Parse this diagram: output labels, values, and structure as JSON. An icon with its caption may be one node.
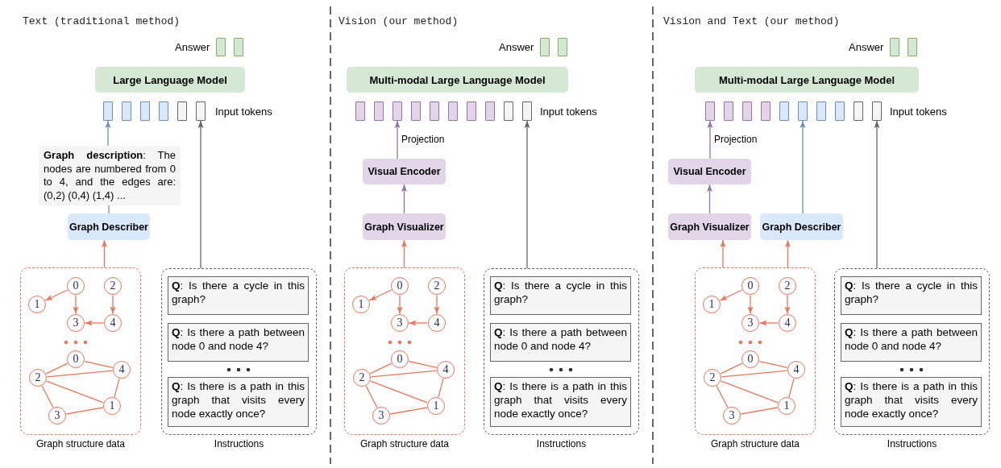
{
  "diagram": {
    "nodes": [
      {
        "text": [],
        "shape": "box"
      },
      {
        "text": [],
        "shape": "box"
      },
      {
        "text": [
          "Large Language Model"
        ]
      },
      {
        "text": [],
        "shape": "box"
      },
      {
        "text": [],
        "shape": "box"
      },
      {
        "text": [],
        "shape": "box"
      },
      {
        "text": [],
        "shape": "box"
      },
      {
        "text": [],
        "shape": "box"
      },
      {
        "text": [],
        "shape": "box"
      },
      {
        "text": [
          "**Graph description**: The nodes are numbered from 0 to 4, and the edges are: (0,2) (0,4) (1,4) ..."
        ]
      },
      {
        "text": [
          "Graph Describer"
        ]
      },
      {
        "text": [
          "Graph structure data"
        ]
      },
      {
        "text": [
          "0"
        ],
        "in": 11
      },
      {
        "text": [
          "2"
        ],
        "in": 11
      },
      {
        "text": [
          "1"
        ],
        "in": 11
      },
      {
        "text": [
          "3"
        ],
        "in": 11
      },
      {
        "text": [
          "4"
        ],
        "in": 11
      },
      {
        "text": [
          "0"
        ],
        "in": 11
      },
      {
        "text": [
          "4"
        ],
        "in": 11
      },
      {
        "text": [
          "2"
        ],
        "in": 11
      },
      {
        "text": [
          "1"
        ],
        "in": 11
      },
      {
        "text": [
          "3"
        ],
        "in": 11
      },
      {
        "text": [
          "Instructions"
        ]
      },
      {
        "text": [
          "**Q**: Is there a cycle in this graph?"
        ],
        "in": 22
      },
      {
        "text": [
          "**Q**: Is there a path between node 0 and node 4?"
        ],
        "in": 22
      },
      {
        "text": [
          "**Q**: Is there is a path in this graph that visits every node exactly once?"
        ],
        "in": 22
      },
      {
        "text": [],
        "shape": "box"
      },
      {
        "text": [],
        "shape": "box"
      },
      {
        "text": [
          "Multi-modal Large Language Model"
        ]
      },
      {
        "text": [],
        "shape": "box"
      },
      {
        "text": [],
        "shape": "box"
      },
      {
        "text": [],
        "shape": "box"
      },
      {
        "text": [],
        "shape": "box"
      },
      {
        "text": [],
        "shape": "box"
      },
      {
        "text": [],
        "shape": "box"
      },
      {
        "text": [],
        "shape": "box"
      },
      {
        "text": [],
        "shape": "box"
      },
      {
        "text": [],
        "shape": "box"
      },
      {
        "text": [],
        "shape": "box"
      },
      {
        "text": [
          "Visual Encoder"
        ]
      },
      {
        "text": [
          "Graph Visualizer"
        ]
      },
      {
        "text": [
          "Graph structure data"
        ]
      },
      {
        "text": [
          "0"
        ],
        "in": 41
      },
      {
        "text": [
          "2"
        ],
        "in": 41
      },
      {
        "text": [
          "1"
        ],
        "in": 41
      },
      {
        "text": [
          "3"
        ],
        "in": 41
      },
      {
        "text": [
          "4"
        ],
        "in": 41
      },
      {
        "text": [
          "0"
        ],
        "in": 41
      },
      {
        "text": [
          "4"
        ],
        "in": 41
      },
      {
        "text": [
          "2"
        ],
        "in": 41
      },
      {
        "text": [
          "1"
        ],
        "in": 41
      },
      {
        "text": [
          "3"
        ],
        "in": 41
      },
      {
        "text": [
          "Instructions"
        ]
      },
      {
        "text": [
          "**Q**: Is there a cycle in this graph?"
        ],
        "in": 52
      },
      {
        "text": [
          "**Q**: Is there a path between node 0 and node 4?"
        ],
        "in": 52
      },
      {
        "text": [
          "**Q**: Is there is a path in this graph that visits every node exactly once?"
        ],
        "in": 52
      },
      {
        "text": [],
        "shape": "box"
      },
      {
        "text": [],
        "shape": "box"
      },
      {
        "text": [
          "Multi-modal Large Language Model"
        ]
      },
      {
        "text": [],
        "shape": "box"
      },
      {
        "text": [],
        "shape": "box"
      },
      {
        "text": [],
        "shape": "box"
      },
      {
        "text": [],
        "shape": "box"
      },
      {
        "text": [],
        "shape": "box"
      },
      {
        "text": [],
        "shape": "box"
      },
      {
        "text": [],
        "shape": "box"
      },
      {
        "text": [],
        "shape": "box"
      },
      {
        "text": [],
        "shape": "box"
      },
      {
        "text": [],
        "shape": "box"
      },
      {
        "text": [
          "Visual Encoder"
        ]
      },
      {
        "text": [
          "Graph Visualizer"
        ]
      },
      {
        "text": [
          "Graph Describer"
        ]
      },
      {
        "text": [
          "Graph structure data"
        ]
      },
      {
        "text": [
          "0"
        ],
        "in": 72
      },
      {
        "text": [
          "2"
        ],
        "in": 72
      },
      {
        "text": [
          "1"
        ],
        "in": 72
      },
      {
        "text": [
          "3"
        ],
        "in": 72
      },
      {
        "text": [
          "4"
        ],
        "in": 72
      },
      {
        "text": [
          "0"
        ],
        "in": 72
      },
      {
        "text": [
          "4"
        ],
        "in": 72
      },
      {
        "text": [
          "2"
        ],
        "in": 72
      },
      {
        "text": [
          "1"
        ],
        "in": 72
      },
      {
        "text": [
          "3"
        ],
        "in": 72
      },
      {
        "text": [
          "Instructions"
        ]
      },
      {
        "text": [
          "**Q**: Is there a cycle in this graph?"
        ],
        "in": 83
      },
      {
        "text": [
          "**Q**: Is there a path between node 0 and node 4?"
        ],
        "in": 83
      },
      {
        "text": [
          "**Q**: Is there is a path in this graph that visits every node exactly once?"
        ],
        "in": 83
      }
    ],
    "edges": [
      {
        "from": 12,
        "to": 14,
        "arrow": "to"
      },
      {
        "from": 12,
        "to": 15,
        "arrow": "to"
      },
      {
        "from": 13,
        "to": 16,
        "arrow": "to"
      },
      {
        "from": 16,
        "to": 15,
        "arrow": "to"
      },
      {
        "from": 17,
        "to": 19,
        "arrow": "none"
      },
      {
        "from": 17,
        "to": 18,
        "arrow": "none"
      },
      {
        "from": 19,
        "to": 18,
        "arrow": "none"
      },
      {
        "from": 19,
        "to": 20,
        "arrow": "none"
      },
      {
        "from": 18,
        "to": 20,
        "arrow": "none"
      },
      {
        "from": 19,
        "to": 21,
        "arrow": "none"
      },
      {
        "from": 21,
        "to": 20,
        "arrow": "none"
      },
      {
        "from": 11,
        "to": 10,
        "arrow": "to"
      },
      {
        "from": 10,
        "to": 9,
        "arrow": "none",
        "color": "#6c8ebf"
      },
      {
        "from": 9,
        "to": 3,
        "arrow": "to",
        "color": "#6c8ebf"
      },
      {
        "from": 22,
        "to": 8,
        "arrow": "to",
        "color": "#666666"
      },
      {
        "from": 42,
        "to": 44,
        "arrow": "to"
      },
      {
        "from": 42,
        "to": 45,
        "arrow": "to"
      },
      {
        "from": 43,
        "to": 46,
        "arrow": "to"
      },
      {
        "from": 46,
        "to": 45,
        "arrow": "to"
      },
      {
        "from": 47,
        "to": 49,
        "arrow": "none"
      },
      {
        "from": 47,
        "to": 48,
        "arrow": "none"
      },
      {
        "from": 49,
        "to": 48,
        "arrow": "none"
      },
      {
        "from": 49,
        "to": 50,
        "arrow": "none"
      },
      {
        "from": 48,
        "to": 50,
        "arrow": "none"
      },
      {
        "from": 49,
        "to": 51,
        "arrow": "none"
      },
      {
        "from": 51,
        "to": 50,
        "arrow": "none"
      },
      {
        "from": 41,
        "to": 40,
        "arrow": "to"
      },
      {
        "from": 40,
        "to": 39,
        "arrow": "to",
        "color": "#9673a6"
      },
      {
        "from": 39,
        "to": 31,
        "arrow": "to",
        "label": "Projection",
        "color": "#9673a6"
      },
      {
        "from": 52,
        "to": 38,
        "arrow": "to",
        "color": "#666666"
      },
      {
        "from": 73,
        "to": 75,
        "arrow": "to"
      },
      {
        "from": 73,
        "to": 76,
        "arrow": "to"
      },
      {
        "from": 74,
        "to": 77,
        "arrow": "to"
      },
      {
        "from": 77,
        "to": 76,
        "arrow": "to"
      },
      {
        "from": 78,
        "to": 80,
        "arrow": "none"
      },
      {
        "from": 78,
        "to": 79,
        "arrow": "none"
      },
      {
        "from": 80,
        "to": 79,
        "arrow": "none"
      },
      {
        "from": 80,
        "to": 81,
        "arrow": "none"
      },
      {
        "from": 79,
        "to": 81,
        "arrow": "none"
      },
      {
        "from": 80,
        "to": 82,
        "arrow": "none"
      },
      {
        "from": 82,
        "to": 81,
        "arrow": "none"
      },
      {
        "from": 72,
        "to": 70,
        "arrow": "to"
      },
      {
        "from": 72,
        "to": 71,
        "arrow": "to"
      },
      {
        "from": 70,
        "to": 69,
        "arrow": "to",
        "color": "#9673a6"
      },
      {
        "from": 69,
        "to": 59,
        "arrow": "to",
        "label": "Projection",
        "color": "#9673a6"
      },
      {
        "from": 71,
        "to": 64,
        "arrow": "to",
        "color": "#6c8ebf"
      },
      {
        "from": 83,
        "to": 68,
        "arrow": "to",
        "color": "#666666"
      }
    ],
    "labels": [
      "Text (traditional method)",
      "Answer",
      "Input tokens",
      "Vision (our method)",
      "Answer",
      "Input tokens",
      "Vision and Text (our method)",
      "Answer",
      "Input tokens"
    ]
  }
}
